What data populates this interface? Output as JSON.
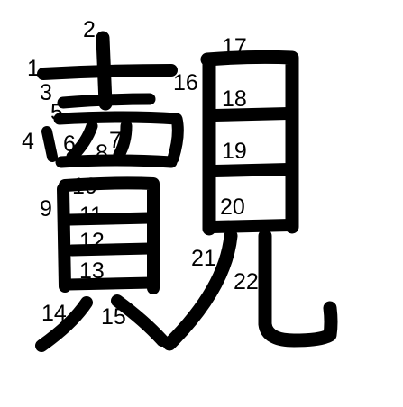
{
  "character": "覿",
  "colors": {
    "background": "#ffffff",
    "stroke": "#000000",
    "number": "#000000"
  },
  "stroke_count": 22,
  "stroke_numbers": [
    "1",
    "2",
    "3",
    "4",
    "5",
    "6",
    "7",
    "8",
    "9",
    "10",
    "11",
    "12",
    "13",
    "14",
    "15",
    "16",
    "17",
    "18",
    "19",
    "20",
    "21",
    "22"
  ]
}
